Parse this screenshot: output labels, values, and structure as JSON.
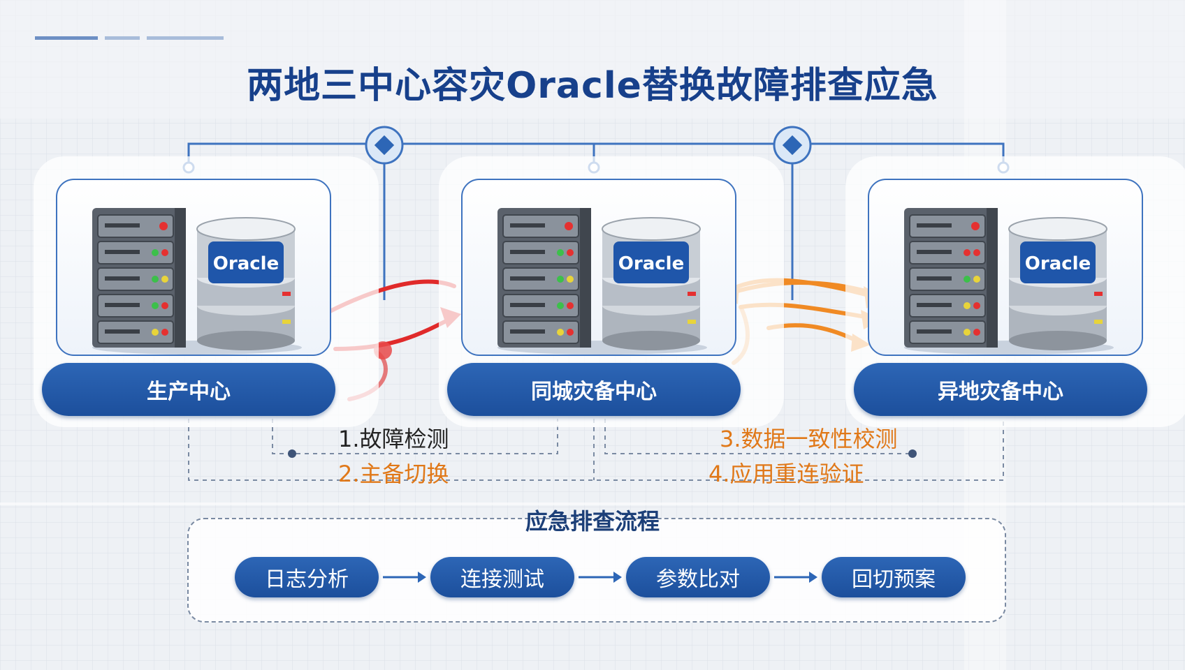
{
  "title": "两地三中心容灾Oracle替换故障排查应急",
  "datacenters": [
    {
      "label": "生产中心",
      "db_logo": "Oracle"
    },
    {
      "label": "同城灾备中心",
      "db_logo": "Oracle"
    },
    {
      "label": "异地灾备中心",
      "db_logo": "Oracle"
    }
  ],
  "steps": [
    {
      "text": "1.故障检测",
      "color": "#222222"
    },
    {
      "text": "2.主备切换",
      "color": "#e07818"
    },
    {
      "text": "3.数据一致性校测",
      "color": "#e07818"
    },
    {
      "text": "4.应用重连验证",
      "color": "#e07818"
    }
  ],
  "flow": {
    "title": "应急排查流程",
    "items": [
      "日志分析",
      "连接测试",
      "参数比对",
      "回切预案"
    ]
  },
  "colors": {
    "primary": "#1c4f9c",
    "title": "#17408b",
    "red_arrow": "#e02a2a",
    "orange_arrow": "#f08a24",
    "line": "#3e73bf"
  }
}
